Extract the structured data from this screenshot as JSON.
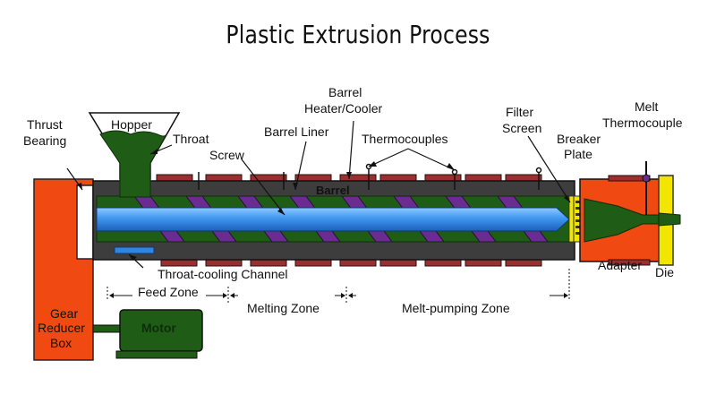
{
  "title": "Plastic Extrusion Process",
  "labels": {
    "thrust_bearing_1": "Thrust",
    "thrust_bearing_2": "Bearing",
    "hopper": "Hopper",
    "throat": "Throat",
    "screw": "Screw",
    "barrel_liner": "Barrel Liner",
    "barrel_heater_1": "Barrel",
    "barrel_heater_2": "Heater/Cooler",
    "thermocouples": "Thermocouples",
    "filter_screen_1": "Filter",
    "filter_screen_2": "Screen",
    "breaker_plate_1": "Breaker",
    "breaker_plate_2": "Plate",
    "melt_thermocouple_1": "Melt",
    "melt_thermocouple_2": "Thermocouple",
    "barrel": "Barrel",
    "throat_cooling": "Throat-cooling Channel",
    "feed_zone": "Feed Zone",
    "melting_zone": "Melting Zone",
    "melt_pumping_zone": "Melt-pumping Zone",
    "adapter": "Adapter",
    "die": "Die",
    "gear_box_1": "Gear",
    "gear_box_2": "Reducer",
    "gear_box_3": "Box",
    "motor": "Motor"
  },
  "colors": {
    "barrel": "#3d3d3d",
    "heater": "#9b2f2f",
    "polymer": "#1f5c16",
    "screw": "#2f86e0",
    "flight": "#6a2c91",
    "gear_box": "#f04a12",
    "die": "#f2e600",
    "motor": "#1f5c16"
  }
}
